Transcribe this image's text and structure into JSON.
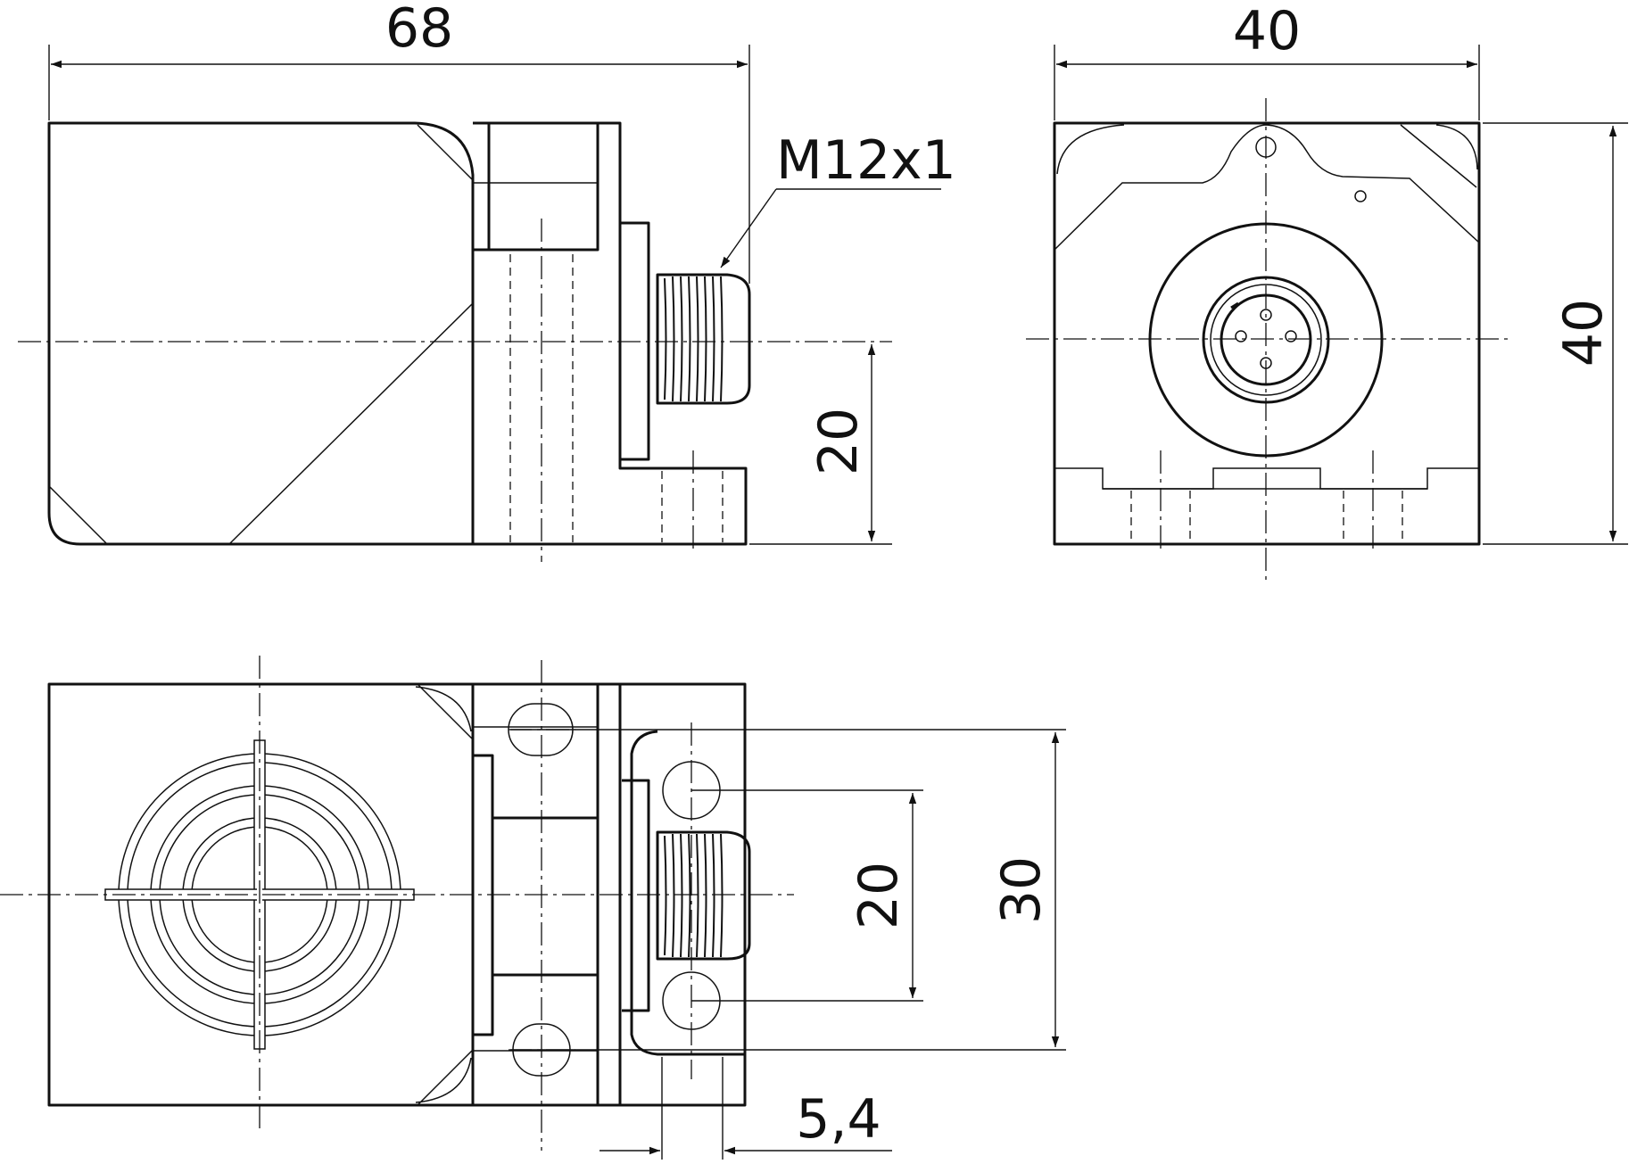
{
  "dimensions": {
    "overall_length": "68",
    "overall_width": "40",
    "overall_height": "40",
    "connector_thread": "M12x1",
    "axis_height": "20",
    "hole_spacing": "20",
    "slot_spacing": "30",
    "flange_offset": "5,4"
  },
  "colors": {
    "line": "#111111",
    "background": "#ffffff"
  }
}
